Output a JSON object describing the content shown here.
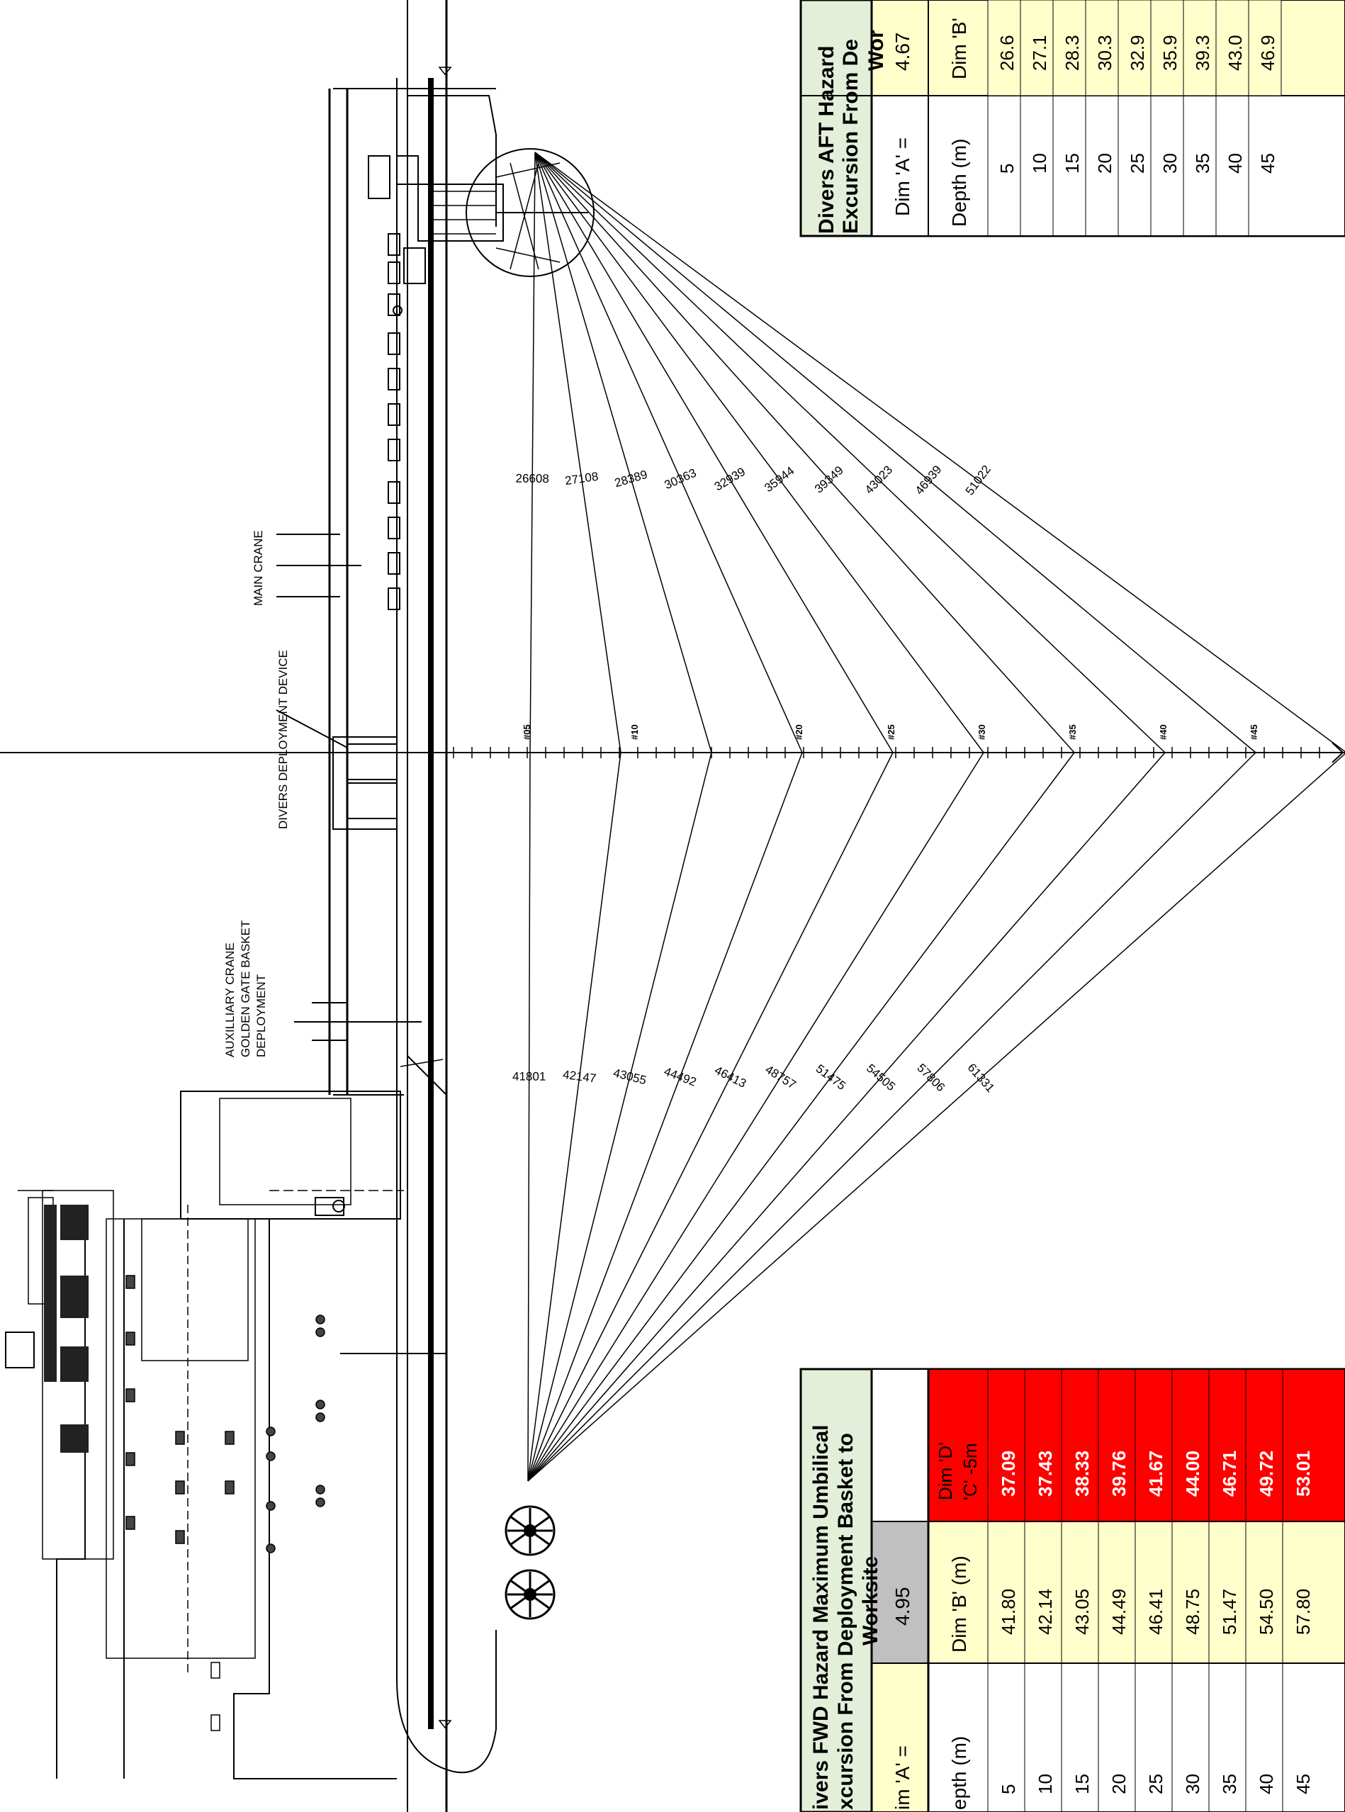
{
  "labels": {
    "main_crane": "MAIN CRANE",
    "divers_deployment_device": "DIVERS DEPLOYMENT DEVICE",
    "auxiliary_crane": [
      "AUXILLIARY CRANE",
      "GOLDEN GATE BASKET",
      "DEPLOYMENT"
    ]
  },
  "depth_markers": [
    "#05",
    "#10",
    "#20",
    "#25",
    "#30",
    "#35",
    "#40",
    "#45"
  ],
  "aft_measurements": [
    "26608",
    "27108",
    "28389",
    "30363",
    "32939",
    "35944",
    "39349",
    "43023",
    "46939",
    "51022"
  ],
  "fwd_measurements": [
    "41801",
    "42147",
    "43055",
    "44492",
    "46413",
    "48757",
    "51475",
    "54505",
    "57806",
    "61331"
  ],
  "aft_table": {
    "title": [
      "Divers AFT Hazard",
      "Excursion From De",
      "Wor"
    ],
    "dim_a_label": "Dim 'A' =",
    "dim_a_value": "4.67",
    "col_depth": "Depth (m)",
    "col_b": "Dim 'B'",
    "rows": [
      {
        "depth": "5",
        "b": "26.6"
      },
      {
        "depth": "10",
        "b": "27.1"
      },
      {
        "depth": "15",
        "b": "28.3"
      },
      {
        "depth": "20",
        "b": "30.3"
      },
      {
        "depth": "25",
        "b": "32.9"
      },
      {
        "depth": "30",
        "b": "35.9"
      },
      {
        "depth": "35",
        "b": "39.3"
      },
      {
        "depth": "40",
        "b": "43.0"
      },
      {
        "depth": "45",
        "b": "46.9"
      }
    ]
  },
  "fwd_table": {
    "title": [
      "ivers FWD Hazard Maximum Umbilical",
      "xcursion From Deployment Basket to",
      "Worksite"
    ],
    "dim_a_label": "im 'A' =",
    "dim_a_value": "4.95",
    "col_depth": "epth (m)",
    "col_b": "Dim 'B' (m)",
    "col_d": [
      "Dim 'D'",
      "'C' -5m"
    ],
    "rows": [
      {
        "depth": "5",
        "b": "41.80",
        "d": "37.09"
      },
      {
        "depth": "10",
        "b": "42.14",
        "d": "37.43"
      },
      {
        "depth": "15",
        "b": "43.05",
        "d": "38.33"
      },
      {
        "depth": "20",
        "b": "44.49",
        "d": "39.76"
      },
      {
        "depth": "25",
        "b": "46.41",
        "d": "41.67"
      },
      {
        "depth": "30",
        "b": "48.75",
        "d": "44.00"
      },
      {
        "depth": "35",
        "b": "51.47",
        "d": "46.71"
      },
      {
        "depth": "40",
        "b": "54.50",
        "d": "49.72"
      },
      {
        "depth": "45",
        "b": "57.80",
        "d": "53.01"
      }
    ]
  },
  "colors": {
    "line": "#000000",
    "table_yellow": "#ffffcc",
    "table_green": "#e3efd9",
    "table_grey": "#c0c0c0",
    "table_red": "#ff0000"
  }
}
